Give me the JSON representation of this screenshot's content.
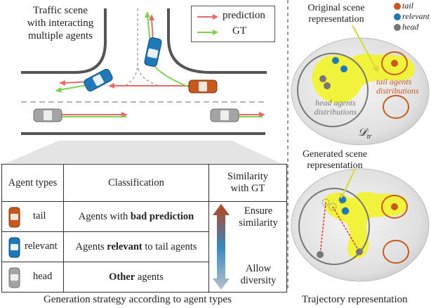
{
  "scene": {
    "title_line1": "Traffic scene",
    "title_line2": "with interacting",
    "title_line3": "multiple agents",
    "legend": {
      "prediction": "prediction",
      "gt": "GT"
    },
    "colors": {
      "prediction": "#e86b6b",
      "gt": "#7cd34f",
      "tail_car": "#c65a1e",
      "relevant_car": "#1f79b8",
      "head_car": "#9a9a9a"
    }
  },
  "table": {
    "headers": {
      "agent_types": "Agent types",
      "classification": "Classification",
      "similarity_line1": "Similarity",
      "similarity_line2": "with GT"
    },
    "rows": [
      {
        "type": "tail",
        "class_prefix": "Agents with ",
        "class_bold": "bad prediction",
        "class_suffix": ""
      },
      {
        "type": "relevant",
        "class_prefix": "Agents ",
        "class_bold": "relevant",
        "class_suffix": " to tail agents"
      },
      {
        "type": "head",
        "class_prefix": "",
        "class_bold": "Other",
        "class_suffix": " agents"
      }
    ],
    "similarity_top1": "Ensure",
    "similarity_top2": "similarity",
    "similarity_bottom1": "Allow",
    "similarity_bottom2": "diversity"
  },
  "left_caption": "Generation strategy according to agent types",
  "right": {
    "original_title1": "Original scene",
    "original_title2": "representation",
    "legend": {
      "tail": "tail",
      "relevant": "relevant",
      "head": "head"
    },
    "tail_dist1": "tail agents",
    "tail_dist2": "distributions",
    "head_dist1": "head agents",
    "head_dist2": "distributions",
    "dtr_symbol": "𝒟",
    "dtr_sub": "tr",
    "generated_title1": "Generated scene",
    "generated_title2": "representation",
    "caption": "Trajectory representation"
  }
}
